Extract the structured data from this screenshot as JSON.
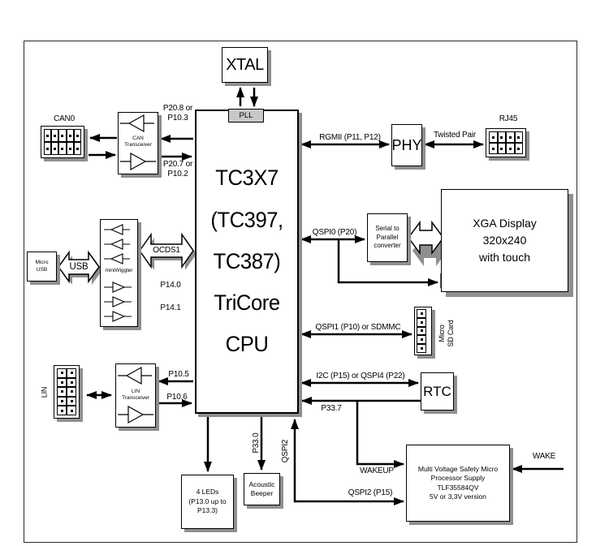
{
  "colors": {
    "line": "#000000",
    "shadow": "#8f8f8f",
    "pll_fill": "#c8c8c8"
  },
  "labels": {
    "xtal": "XTAL",
    "pll": "PLL",
    "cpu": "TC3X7\n(TC397,\nTC387)\nTriCore\nCPU",
    "can0": "CAN0",
    "can_transceiver": "CAN\nTransceiver",
    "rj45": "RJ45",
    "phy": "PHY",
    "micro_usb": "Micro\nUSB",
    "miniwiggler": "miniWiggler",
    "usb": "USB",
    "ocds1": "OCDS1",
    "display": "XGA Display\n320x240\nwith touch",
    "converter": "Serial to\nParallel\nconverter",
    "sd_card": "Micro\nSD Card",
    "rtc": "RTC",
    "lin": "LIN",
    "lin_transceiver": "LIN\nTransceiver",
    "leds": "4 LEDs\n(P13.0 up to\nP13.3)",
    "beeper": "Acoustic\nBeeper",
    "supply": "Multi Voltage Safety Micro\nProcessor Supply\nTLF35584QV\n5V or 3,3V version",
    "p20_8": "P20.8 or\nP10.3",
    "p20_7": "P20.7 or\nP10.2",
    "rgmii": "RGMII (P11, P12)",
    "twisted_pair": "Twisted Pair",
    "qspi0": "QSPI0 (P20)",
    "qspi1": "QSPI1 (P10) or SDMMC",
    "i2c": "I2C (P15) or QSPI4 (P22)",
    "p33_7": "P33.7",
    "p14_0": "P14.0",
    "p14_1": "P14.1",
    "p10_5": "P10.5",
    "p10_6": "P10.6",
    "p33_0": "P33.0",
    "qspi2": "QSPI2",
    "qspi2_p15": "QSPI2 (P15)",
    "wakeup": "WAKEUP",
    "wake": "WAKE"
  }
}
